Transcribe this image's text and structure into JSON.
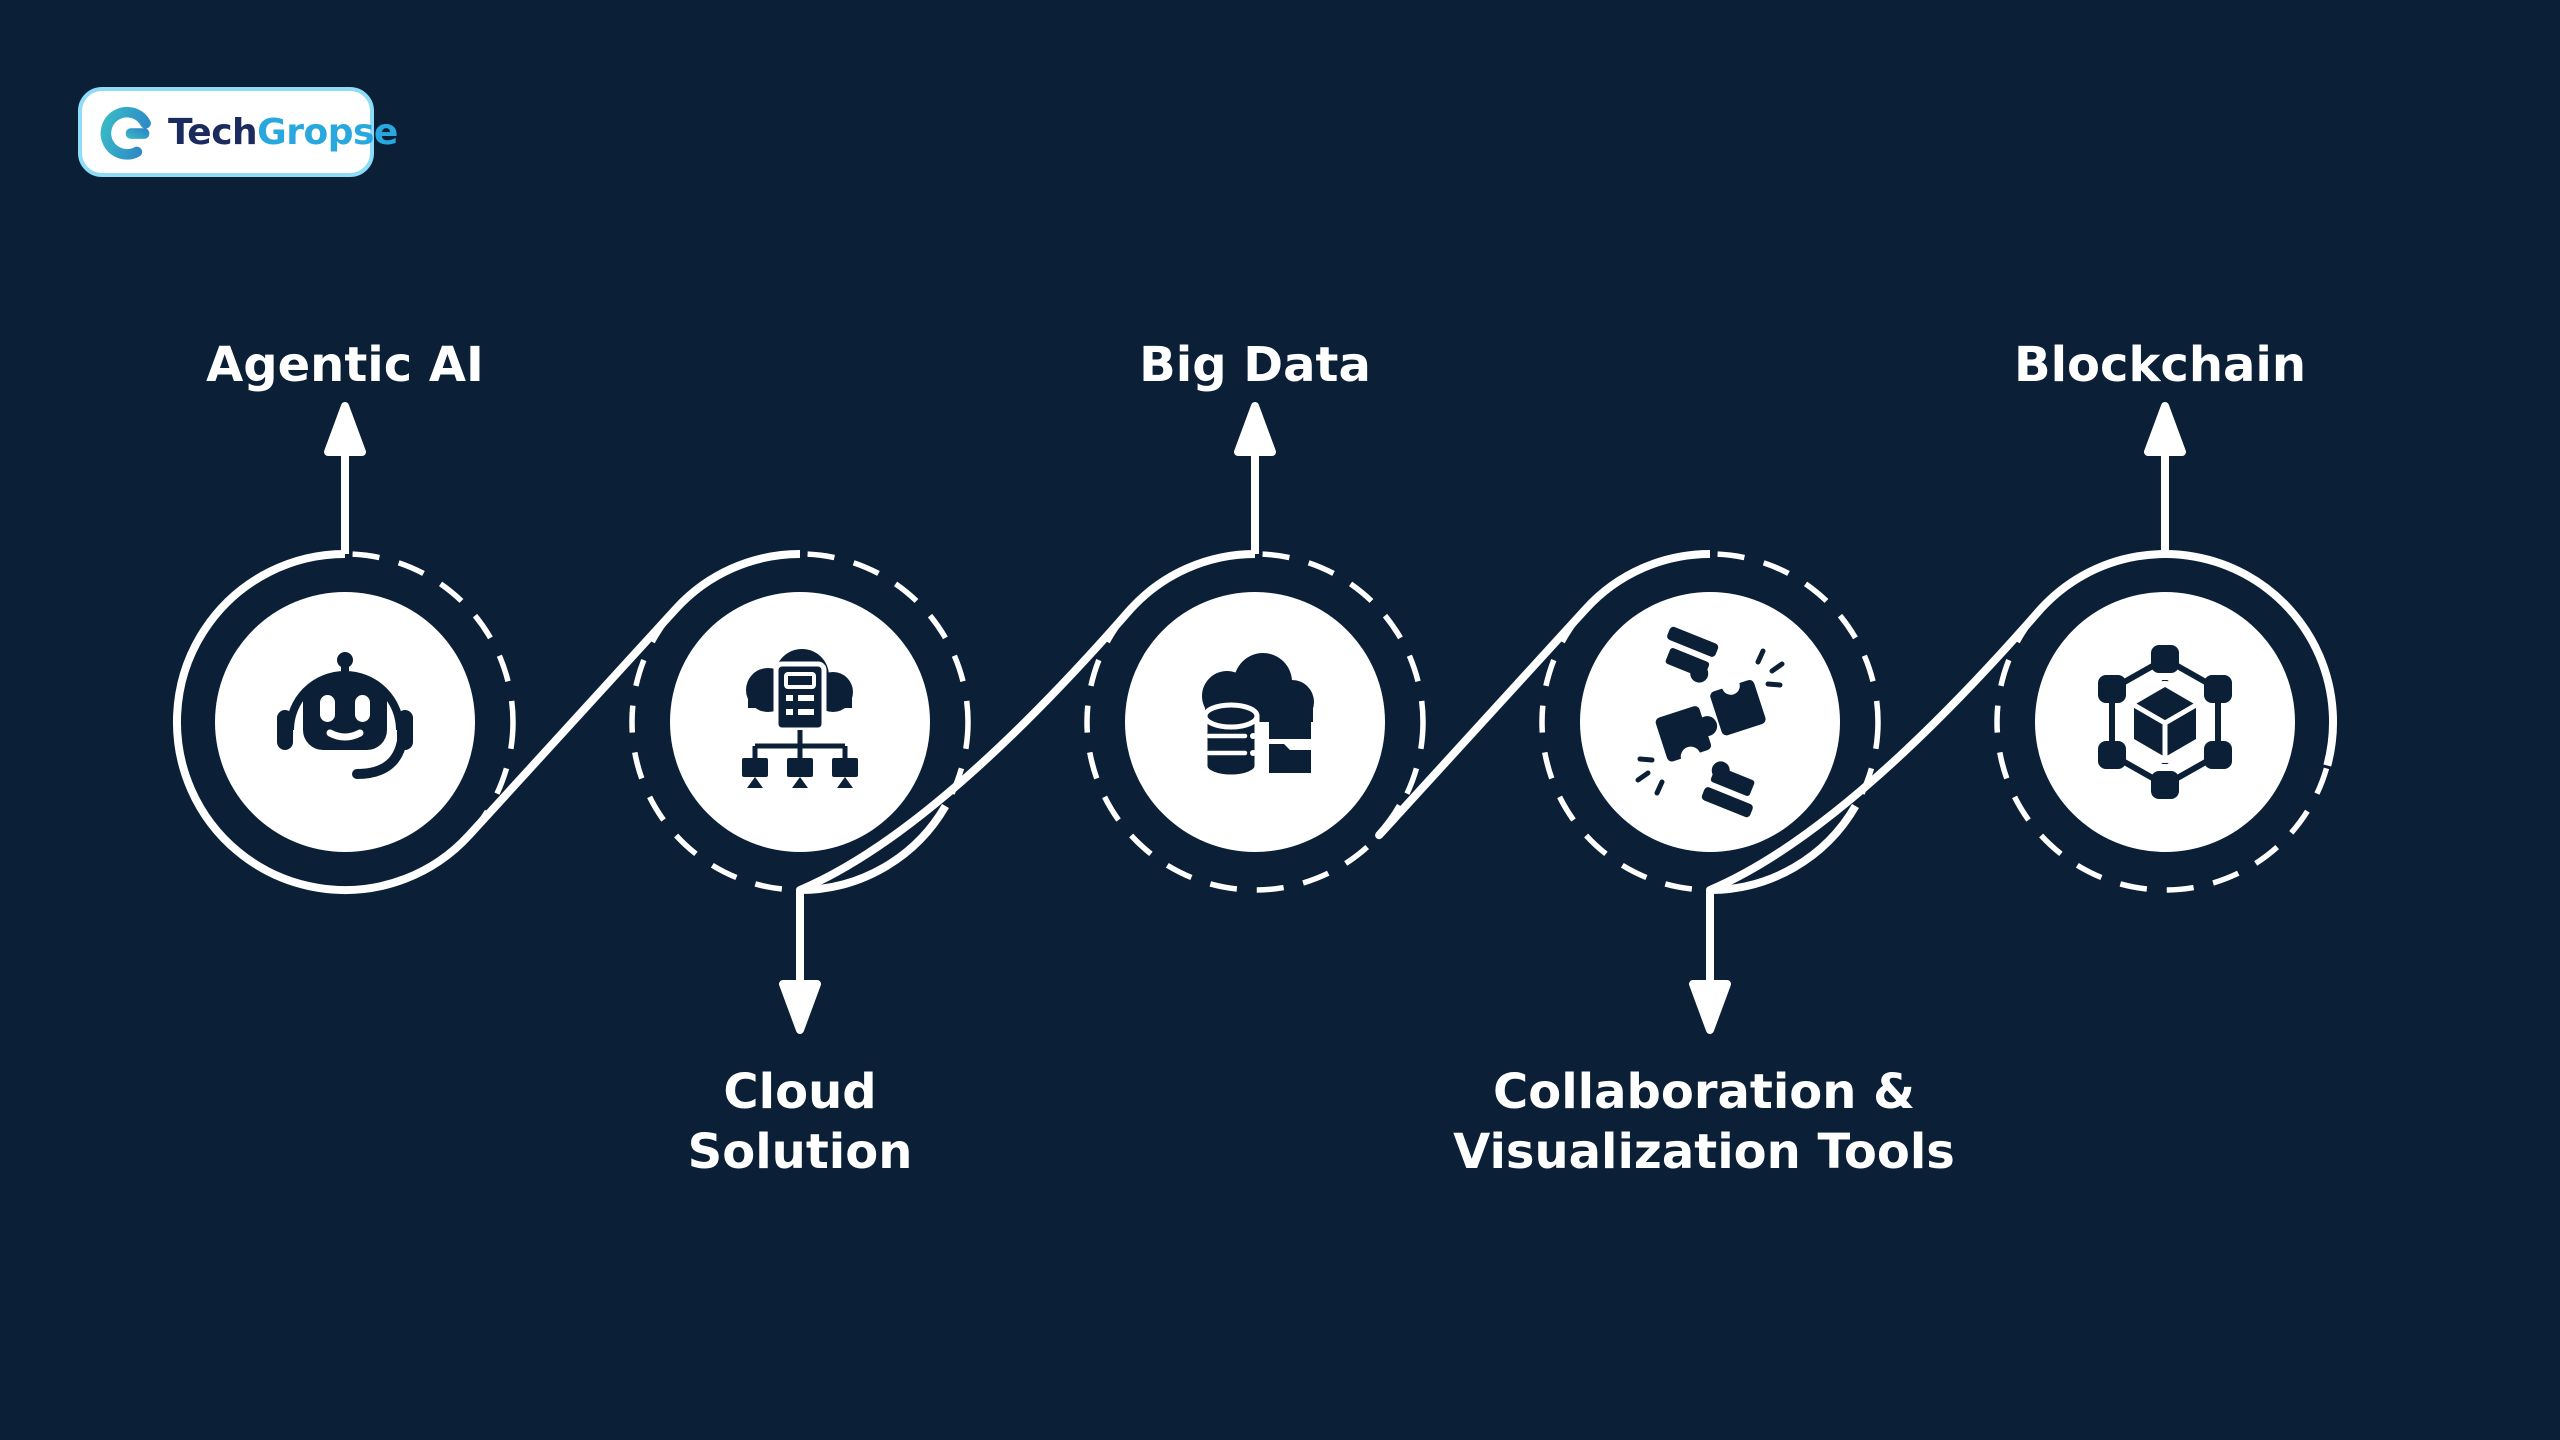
{
  "page": {
    "background_color": "#0b2036",
    "line_color": "#ffffff",
    "circle_fill": "#ffffff",
    "icon_color": "#0b2036"
  },
  "brand": {
    "name": "TechGropse",
    "logo_letter": "G",
    "text_primary": "Tech",
    "text_secondary": "Gropse",
    "text_primary_color": "#1c2b5e",
    "text_secondary_color": "#29a8e0",
    "logo_border_color": "#8edcf8",
    "logo_gradient_start": "#3bbdc7",
    "logo_gradient_end": "#2a7fc6"
  },
  "timeline": {
    "items": [
      {
        "id": "agentic-ai",
        "label": "Agentic AI",
        "label_lines": [
          "Agentic AI"
        ],
        "label_position": "top",
        "arrow_direction": "up",
        "icon": "robot-assistant-icon"
      },
      {
        "id": "cloud-solution",
        "label": "Cloud Solution",
        "label_lines": [
          "Cloud",
          "Solution"
        ],
        "label_position": "bottom",
        "arrow_direction": "down",
        "icon": "cloud-server-network-icon"
      },
      {
        "id": "big-data",
        "label": "Big Data",
        "label_lines": [
          "Big Data"
        ],
        "label_position": "top",
        "arrow_direction": "up",
        "icon": "cloud-database-folders-icon"
      },
      {
        "id": "collaboration-visualization-tools",
        "label": "Collaboration & Visualization Tools",
        "label_lines": [
          "Collaboration &",
          "Visualization Tools"
        ],
        "label_position": "bottom",
        "arrow_direction": "down",
        "icon": "hands-puzzle-icon"
      },
      {
        "id": "blockchain",
        "label": "Blockchain",
        "label_lines": [
          "Blockchain"
        ],
        "label_position": "top",
        "arrow_direction": "up",
        "icon": "blockchain-network-cube-icon"
      }
    ]
  }
}
